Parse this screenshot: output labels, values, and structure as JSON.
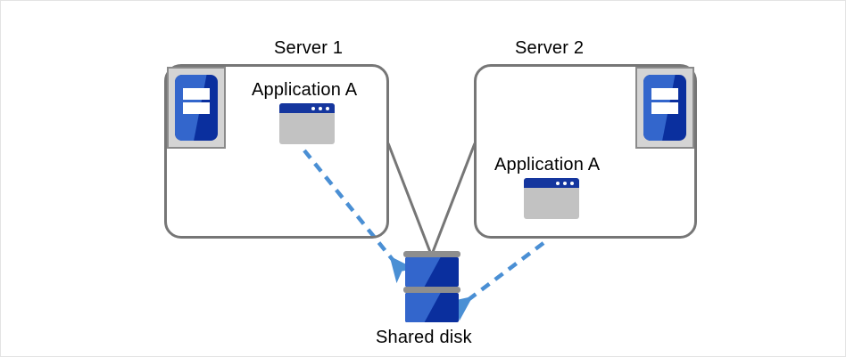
{
  "diagram": {
    "title_visible": false,
    "colors": {
      "canvas_border": "#e3e3e3",
      "box_border": "#767676",
      "connector_line": "#767676",
      "arrow_blue": "#4a8fd4",
      "icon_blue_light": "#3366cc",
      "icon_blue_dark": "#0a2f9e",
      "icon_frame_gray": "#d4d4d4",
      "window_body_gray": "#c2c2c2",
      "window_titlebar": "#15369e",
      "disk_separator_gray": "#8e8e8e"
    },
    "servers": [
      {
        "label": "Server 1",
        "app_label": "Application A",
        "server_icon_name": "server-machine-icon",
        "app_icon_name": "application-window-icon"
      },
      {
        "label": "Server 2",
        "app_label": "Application A",
        "server_icon_name": "server-machine-icon",
        "app_icon_name": "application-window-icon"
      }
    ],
    "storage": {
      "label": "Shared disk",
      "icon_name": "shared-disk-icon",
      "platter_count": 2
    },
    "connections": {
      "solid_lines": 2,
      "dashed_arrows": 2,
      "dashed_arrow_name": "access-arrow"
    }
  }
}
